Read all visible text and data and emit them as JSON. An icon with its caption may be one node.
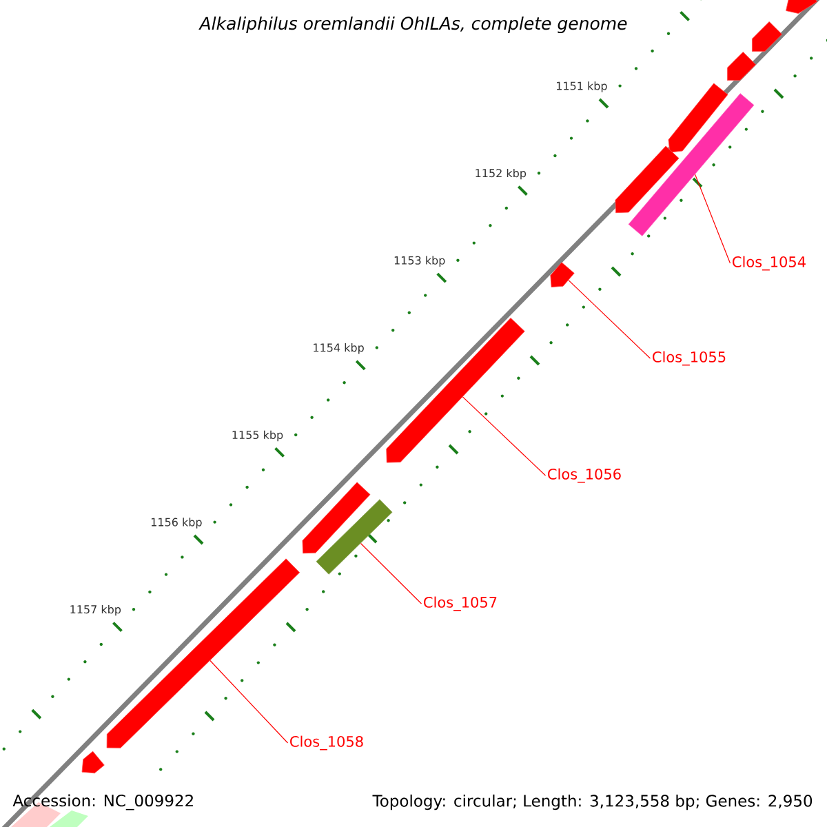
{
  "diagram": {
    "title": "Alkaliphilus oremlandii OhILAs, complete genome",
    "nodes": [
      {
        "text": [],
        "shape": "bar"
      },
      {
        "text": [],
        "shape": "arrow"
      },
      {
        "text": [],
        "shape": "arrow"
      },
      {
        "text": [],
        "shape": "bar"
      },
      {
        "text": [],
        "shape": "arrow"
      },
      {
        "text": [
          "Clos_1054"
        ]
      },
      {
        "text": [
          "Clos_1055"
        ]
      },
      {
        "text": [
          "Clos_1056"
        ]
      },
      {
        "text": [
          "Clos_1057"
        ]
      },
      {
        "text": [
          "Clos_1058"
        ]
      }
    ],
    "edges": [
      {
        "from": 5,
        "to": 0,
        "arrow": "none"
      },
      {
        "from": 6,
        "to": 1,
        "arrow": "none"
      },
      {
        "from": 7,
        "to": 2,
        "arrow": "none"
      },
      {
        "from": 8,
        "to": 3,
        "arrow": "none"
      },
      {
        "from": 9,
        "to": 4,
        "arrow": "none"
      }
    ],
    "labels": [
      "1151 kbp",
      "1152 kbp",
      "1153 kbp",
      "1154 kbp",
      "1155 kbp",
      "1156 kbp",
      "1157 kbp",
      "Accession: NC_009922",
      "Topology: circular; Length: 3,123,558 bp; Genes: 2,950"
    ]
  }
}
